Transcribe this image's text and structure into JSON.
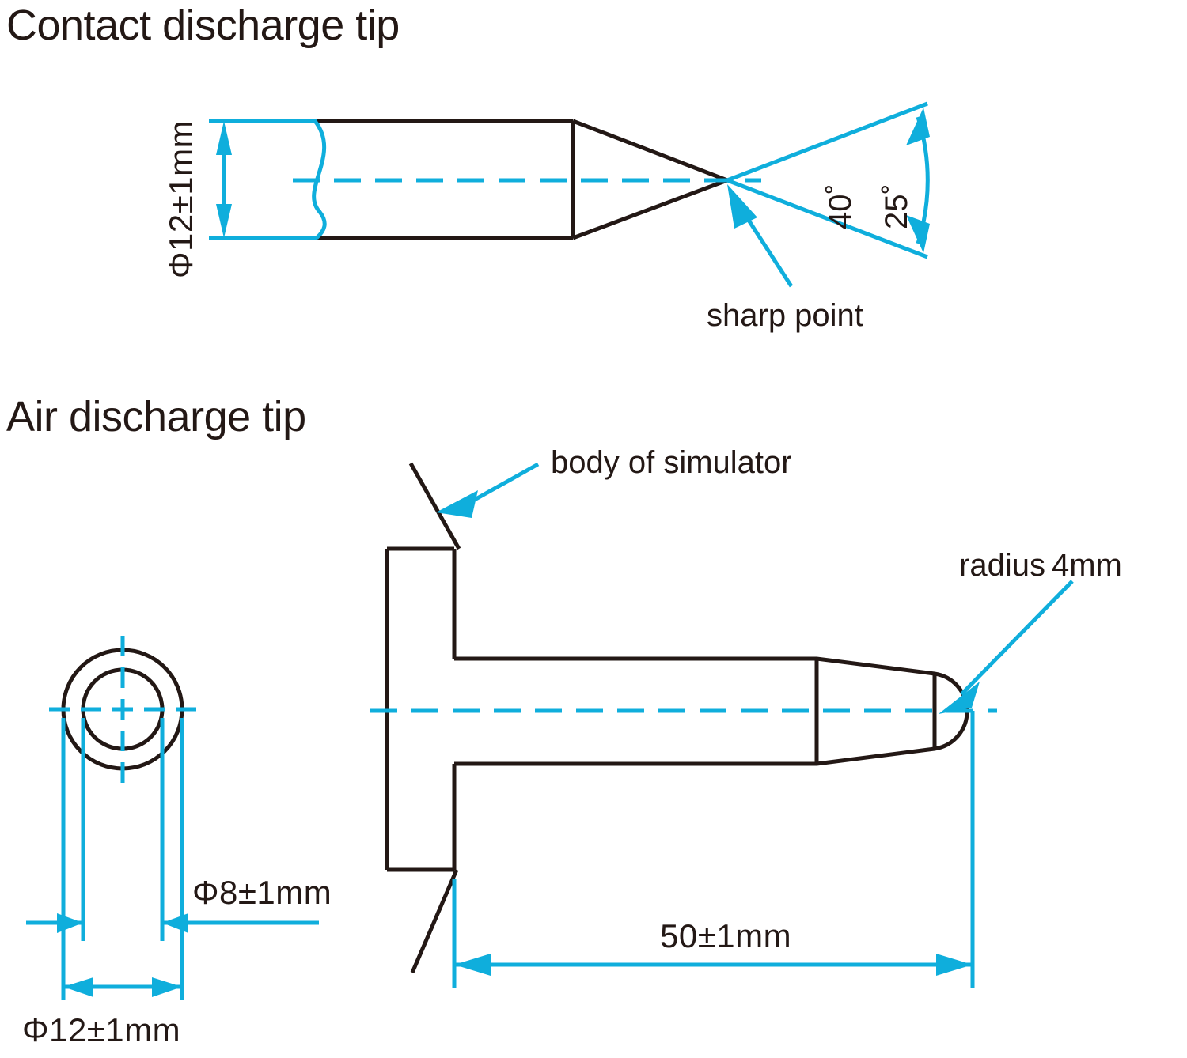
{
  "figure": {
    "background_color": "#ffffff",
    "ink_color": "#231815",
    "dimension_color": "#0FAEDC",
    "sections": [
      {
        "id": "contact-discharge-tip",
        "title": "Contact discharge tip"
      },
      {
        "id": "air-discharge-tip",
        "title": "Air discharge tip"
      }
    ]
  },
  "contact_tip": {
    "title": "Contact discharge tip",
    "diameter_label": "Φ12±1mm",
    "angle_outer_label": "40˚",
    "angle_inner_label": "25˚",
    "point_callout": "sharp point"
  },
  "air_tip": {
    "title": "Air discharge tip",
    "body_callout": "body of simulator",
    "radius_callout": "radius 4mm",
    "length_label": "50±1mm",
    "outer_diameter_label": "Φ12±1mm",
    "inner_diameter_label": "Φ8±1mm"
  }
}
